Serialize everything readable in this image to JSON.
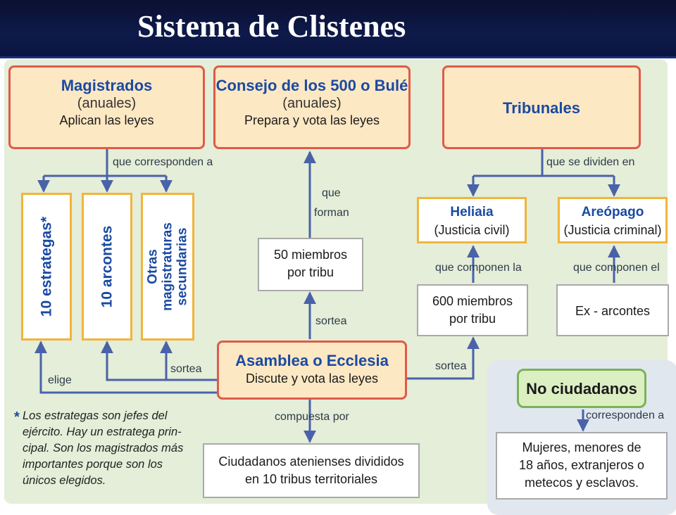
{
  "slide": {
    "title": "Sistema de Clistenes"
  },
  "magistrados": {
    "title": "Magistrados",
    "sub": "(anuales)",
    "desc": "Aplican las leyes"
  },
  "consejo": {
    "title": "Consejo de los 500 o Bulé",
    "sub": "(anuales)",
    "desc": "Prepara y vota las leyes"
  },
  "tribunales": {
    "title": "Tribunales"
  },
  "magistraturas": {
    "estrategas": "10 estrategas*",
    "arcontes": "10 arcontes",
    "otras_l1": "Otras",
    "otras_l2": "magistraturas",
    "otras_l3": "secundarias"
  },
  "miembros50": {
    "l1": "50 miembros",
    "l2": "por tribu"
  },
  "heliaia": {
    "title": "Heliaia",
    "sub": "(Justicia civil)"
  },
  "areopago": {
    "title": "Areópago",
    "sub": "(Justicia criminal)"
  },
  "miembros600": {
    "l1": "600 miembros",
    "l2": "por tribu"
  },
  "exarcontes": {
    "text": "Ex - arcontes"
  },
  "asamblea": {
    "title": "Asamblea o Ecclesia",
    "desc": "Discute y vota las leyes"
  },
  "ciudadanos": {
    "l1": "Ciudadanos atenienses divididos",
    "l2": "en 10 tribus territoriales"
  },
  "no_ciudadanos": {
    "title": "No ciudadanos",
    "l1": "Mujeres, menores de",
    "l2": "18 años, extranjeros o",
    "l3": "metecos y esclavos."
  },
  "labels": {
    "que_corresponden_a": "que corresponden a",
    "que": "que",
    "forman": "forman",
    "sortea_consejo": "sortea",
    "que_se_dividen_en": "que se dividen en",
    "que_componen_la": "que componen la",
    "que_componen_el": "que componen el",
    "elige": "elige",
    "sortea_magistrados": "sortea",
    "sortea_tribunales": "sortea",
    "compuesta_por": "compuesta por",
    "corresponden_a": "corresponden a"
  },
  "note": {
    "star": "*",
    "l1": "Los estrategas son jefes del",
    "l2": "ejército. Hay un estratega prin-",
    "l3": "cipal. Son los magistrados más",
    "l4": "importantes porque son los",
    "l5": "únicos elegidos."
  },
  "colors": {
    "arrow": "#4a62a8",
    "box_border_orange": "#e05a4a",
    "box_border_yellow": "#f3b43a",
    "title_blue": "#1a4aa2"
  }
}
